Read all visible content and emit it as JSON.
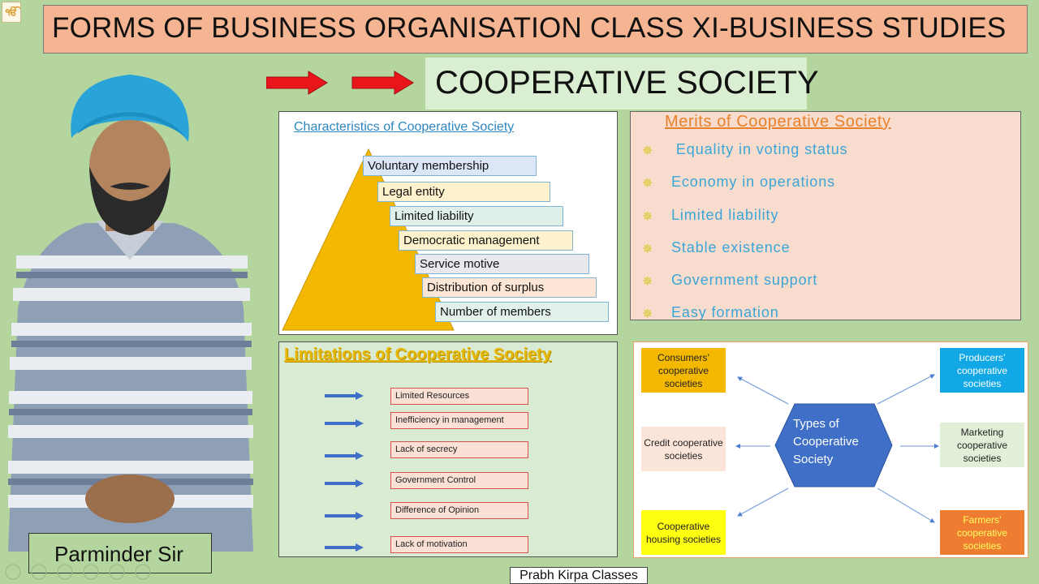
{
  "header": {
    "title": "FORMS  OF  BUSINESS ORGANISATION  CLASS XI-BUSINESS STUDIES",
    "subtitle": "COOPERATIVE SOCIETY",
    "logo_glyph": "ੴ"
  },
  "presenter": {
    "name": "Parminder Sir"
  },
  "characteristics": {
    "title": "Characteristics of Cooperative Society",
    "items": [
      {
        "label": "Voluntary membership",
        "color": "#dbe6f7"
      },
      {
        "label": "Legal entity",
        "color": "#fdf2cc"
      },
      {
        "label": "Limited liability",
        "color": "#dff0e8"
      },
      {
        "label": "Democratic management",
        "color": "#fdf2cc"
      },
      {
        "label": "Service motive",
        "color": "#e8e8ee"
      },
      {
        "label": "Distribution of surplus",
        "color": "#fde6d6"
      },
      {
        "label": "Number of members",
        "color": "#e2f2ea"
      }
    ]
  },
  "merits": {
    "title": "Merits of Cooperative Society",
    "items": [
      " Equality in voting status",
      "Economy in operations",
      "Limited liability",
      "Stable existence",
      "Government support",
      "Easy formation"
    ]
  },
  "limitations": {
    "title": "Limitations of Cooperative Society",
    "items": [
      "Limited Resources",
      "Inefficiency in management",
      "Lack of secrecy",
      "Government Control",
      "Difference of Opinion",
      "Lack of motivation"
    ]
  },
  "types": {
    "center": "Types of Cooperative Society",
    "consumers": "Consumers’ cooperative societies",
    "producers": "Producers’ cooperative societies",
    "credit": "Credit cooperative societies",
    "marketing": "Marketing cooperative societies",
    "housing": "Cooperative housing societies",
    "farmers": "Farmers’ cooperative societies"
  },
  "footer": {
    "label": "Prabh Kirpa Classes"
  },
  "colors": {
    "background": "#b5d59e",
    "header_bg": "#f5b592",
    "arrow_red": "#e8161b",
    "triangle": "#f5b800",
    "hexagon": "#3f6fc6",
    "limit_arrow": "#3f6fc6"
  }
}
